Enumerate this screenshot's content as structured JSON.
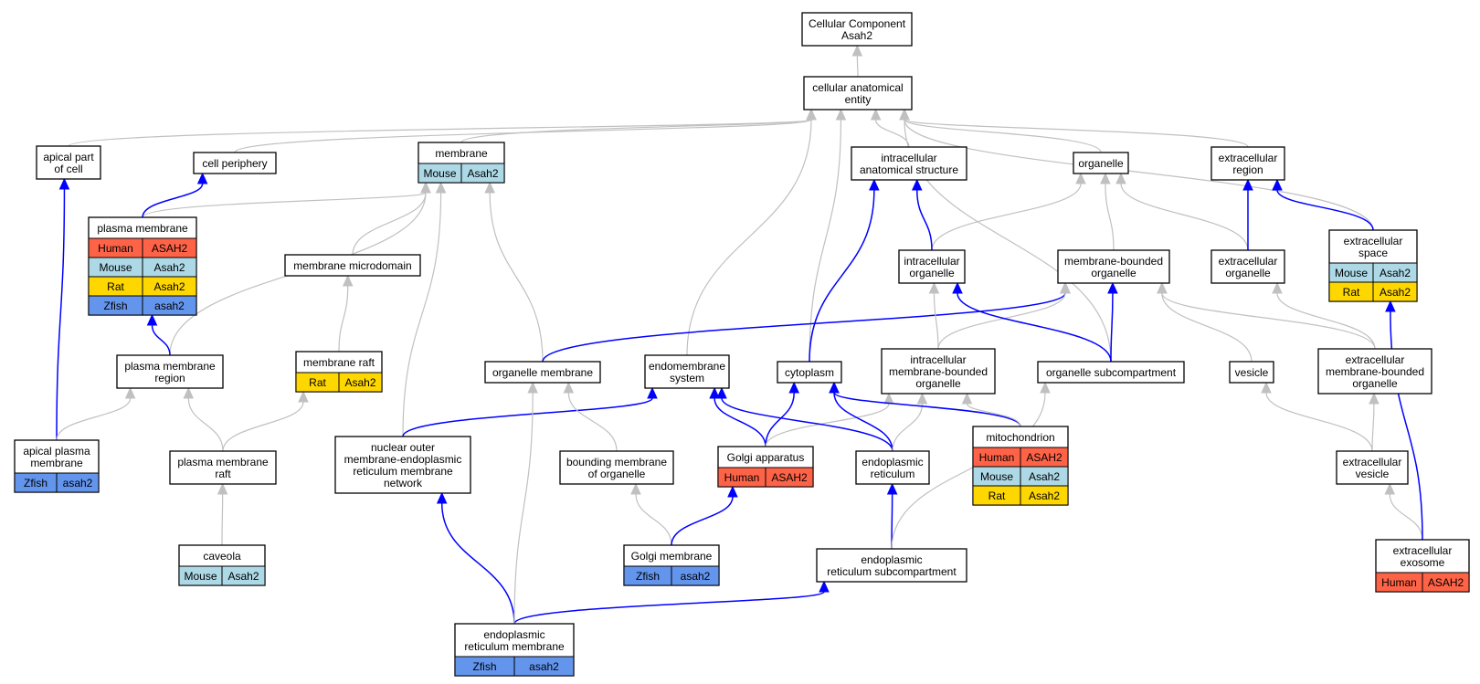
{
  "colors": {
    "is_a_edge": "#c0c0c0",
    "part_of_edge": "#0000ff",
    "node_border": "#000000",
    "node_fill": "#ffffff",
    "Human": "#ff6347",
    "Mouse": "#add8e6",
    "Rat": "#ffd700",
    "Zfish": "#6495ed"
  },
  "nodes": [
    {
      "id": "cellular_component",
      "lines": [
        "Cellular Component",
        "Asah2"
      ],
      "annotations": []
    },
    {
      "id": "cellular_anatomical_entity",
      "lines": [
        "cellular anatomical",
        "entity"
      ],
      "annotations": []
    },
    {
      "id": "apical_part_of_cell",
      "lines": [
        "apical part",
        "of cell"
      ],
      "annotations": []
    },
    {
      "id": "cell_periphery",
      "lines": [
        "cell periphery"
      ],
      "annotations": []
    },
    {
      "id": "membrane",
      "lines": [
        "membrane"
      ],
      "annotations": [
        {
          "species": "Mouse",
          "gene": "Asah2"
        }
      ]
    },
    {
      "id": "intracellular_anatomical_structure",
      "lines": [
        "intracellular",
        "anatomical structure"
      ],
      "annotations": []
    },
    {
      "id": "organelle",
      "lines": [
        "organelle"
      ],
      "annotations": []
    },
    {
      "id": "extracellular_region",
      "lines": [
        "extracellular",
        "region"
      ],
      "annotations": []
    },
    {
      "id": "plasma_membrane",
      "lines": [
        "plasma membrane"
      ],
      "annotations": [
        {
          "species": "Human",
          "gene": "ASAH2"
        },
        {
          "species": "Mouse",
          "gene": "Asah2"
        },
        {
          "species": "Rat",
          "gene": "Asah2"
        },
        {
          "species": "Zfish",
          "gene": "asah2"
        }
      ]
    },
    {
      "id": "extracellular_space",
      "lines": [
        "extracellular",
        "space"
      ],
      "annotations": [
        {
          "species": "Mouse",
          "gene": "Asah2"
        },
        {
          "species": "Rat",
          "gene": "Asah2"
        }
      ]
    },
    {
      "id": "membrane_microdomain",
      "lines": [
        "membrane microdomain"
      ],
      "annotations": []
    },
    {
      "id": "intracellular_organelle",
      "lines": [
        "intracellular",
        "organelle"
      ],
      "annotations": []
    },
    {
      "id": "membrane_bounded_organelle",
      "lines": [
        "membrane-bounded",
        "organelle"
      ],
      "annotations": []
    },
    {
      "id": "extracellular_organelle",
      "lines": [
        "extracellular",
        "organelle"
      ],
      "annotations": []
    },
    {
      "id": "plasma_membrane_region",
      "lines": [
        "plasma membrane",
        "region"
      ],
      "annotations": []
    },
    {
      "id": "membrane_raft",
      "lines": [
        "membrane raft"
      ],
      "annotations": [
        {
          "species": "Rat",
          "gene": "Asah2"
        }
      ]
    },
    {
      "id": "organelle_membrane",
      "lines": [
        "organelle membrane"
      ],
      "annotations": []
    },
    {
      "id": "endomembrane_system",
      "lines": [
        "endomembrane",
        "system"
      ],
      "annotations": []
    },
    {
      "id": "cytoplasm",
      "lines": [
        "cytoplasm"
      ],
      "annotations": []
    },
    {
      "id": "intracellular_membrane_bounded_organelle",
      "lines": [
        "intracellular",
        "membrane-bounded",
        "organelle"
      ],
      "annotations": []
    },
    {
      "id": "organelle_subcompartment",
      "lines": [
        "organelle subcompartment"
      ],
      "annotations": []
    },
    {
      "id": "vesicle",
      "lines": [
        "vesicle"
      ],
      "annotations": []
    },
    {
      "id": "extracellular_membrane_bounded_organelle",
      "lines": [
        "extracellular",
        "membrane-bounded",
        "organelle"
      ],
      "annotations": []
    },
    {
      "id": "apical_plasma_membrane",
      "lines": [
        "apical plasma",
        "membrane"
      ],
      "annotations": [
        {
          "species": "Zfish",
          "gene": "asah2"
        }
      ]
    },
    {
      "id": "plasma_membrane_raft",
      "lines": [
        "plasma membrane",
        "raft"
      ],
      "annotations": []
    },
    {
      "id": "nuclear_outer_membrane",
      "lines": [
        "nuclear outer",
        "membrane-endoplasmic",
        "reticulum membrane",
        "network"
      ],
      "annotations": []
    },
    {
      "id": "bounding_membrane_of_organelle",
      "lines": [
        "bounding membrane",
        "of organelle"
      ],
      "annotations": []
    },
    {
      "id": "golgi_apparatus",
      "lines": [
        "Golgi apparatus"
      ],
      "annotations": [
        {
          "species": "Human",
          "gene": "ASAH2"
        }
      ]
    },
    {
      "id": "endoplasmic_reticulum",
      "lines": [
        "endoplasmic",
        "reticulum"
      ],
      "annotations": []
    },
    {
      "id": "mitochondrion",
      "lines": [
        "mitochondrion"
      ],
      "annotations": [
        {
          "species": "Human",
          "gene": "ASAH2"
        },
        {
          "species": "Mouse",
          "gene": "Asah2"
        },
        {
          "species": "Rat",
          "gene": "Asah2"
        }
      ]
    },
    {
      "id": "extracellular_vesicle",
      "lines": [
        "extracellular",
        "vesicle"
      ],
      "annotations": []
    },
    {
      "id": "caveola",
      "lines": [
        "caveola"
      ],
      "annotations": [
        {
          "species": "Mouse",
          "gene": "Asah2"
        }
      ]
    },
    {
      "id": "golgi_membrane",
      "lines": [
        "Golgi membrane"
      ],
      "annotations": [
        {
          "species": "Zfish",
          "gene": "asah2"
        }
      ]
    },
    {
      "id": "er_subcompartment",
      "lines": [
        "endoplasmic",
        "reticulum subcompartment"
      ],
      "annotations": []
    },
    {
      "id": "extracellular_exosome",
      "lines": [
        "extracellular",
        "exosome"
      ],
      "annotations": [
        {
          "species": "Human",
          "gene": "ASAH2"
        }
      ]
    },
    {
      "id": "er_membrane",
      "lines": [
        "endoplasmic",
        "reticulum membrane"
      ],
      "annotations": [
        {
          "species": "Zfish",
          "gene": "asah2"
        }
      ]
    }
  ],
  "edges": [
    {
      "from": "cellular_anatomical_entity",
      "to": "cellular_component",
      "type": "is_a"
    },
    {
      "from": "apical_part_of_cell",
      "to": "cellular_anatomical_entity",
      "type": "is_a"
    },
    {
      "from": "cell_periphery",
      "to": "cellular_anatomical_entity",
      "type": "is_a"
    },
    {
      "from": "membrane",
      "to": "cellular_anatomical_entity",
      "type": "is_a"
    },
    {
      "from": "intracellular_anatomical_structure",
      "to": "cellular_anatomical_entity",
      "type": "is_a"
    },
    {
      "from": "organelle",
      "to": "cellular_anatomical_entity",
      "type": "is_a"
    },
    {
      "from": "extracellular_region",
      "to": "cellular_anatomical_entity",
      "type": "is_a"
    },
    {
      "from": "extracellular_space",
      "to": "cellular_anatomical_entity",
      "type": "is_a"
    },
    {
      "from": "endomembrane_system",
      "to": "cellular_anatomical_entity",
      "type": "is_a"
    },
    {
      "from": "cytoplasm",
      "to": "cellular_anatomical_entity",
      "type": "is_a"
    },
    {
      "from": "organelle_subcompartment",
      "to": "cellular_anatomical_entity",
      "type": "is_a"
    },
    {
      "from": "plasma_membrane",
      "to": "membrane",
      "type": "is_a"
    },
    {
      "from": "plasma_membrane",
      "to": "cell_periphery",
      "type": "part_of"
    },
    {
      "from": "membrane_microdomain",
      "to": "membrane",
      "type": "is_a"
    },
    {
      "from": "plasma_membrane_region",
      "to": "membrane",
      "type": "is_a"
    },
    {
      "from": "organelle_membrane",
      "to": "membrane",
      "type": "is_a"
    },
    {
      "from": "nuclear_outer_membrane",
      "to": "membrane",
      "type": "is_a"
    },
    {
      "from": "extracellular_space",
      "to": "extracellular_region",
      "type": "part_of"
    },
    {
      "from": "intracellular_organelle",
      "to": "organelle",
      "type": "is_a"
    },
    {
      "from": "intracellular_organelle",
      "to": "intracellular_anatomical_structure",
      "type": "part_of"
    },
    {
      "from": "membrane_bounded_organelle",
      "to": "organelle",
      "type": "is_a"
    },
    {
      "from": "extracellular_organelle",
      "to": "organelle",
      "type": "is_a"
    },
    {
      "from": "extracellular_organelle",
      "to": "extracellular_region",
      "type": "part_of"
    },
    {
      "from": "plasma_membrane_region",
      "to": "plasma_membrane",
      "type": "part_of"
    },
    {
      "from": "membrane_raft",
      "to": "membrane_microdomain",
      "type": "is_a"
    },
    {
      "from": "organelle_membrane",
      "to": "membrane_bounded_organelle",
      "type": "part_of"
    },
    {
      "from": "cytoplasm",
      "to": "intracellular_anatomical_structure",
      "type": "part_of"
    },
    {
      "from": "intracellular_membrane_bounded_organelle",
      "to": "intracellular_organelle",
      "type": "is_a"
    },
    {
      "from": "intracellular_membrane_bounded_organelle",
      "to": "membrane_bounded_organelle",
      "type": "is_a"
    },
    {
      "from": "organelle_subcompartment",
      "to": "intracellular_organelle",
      "type": "part_of"
    },
    {
      "from": "organelle_subcompartment",
      "to": "membrane_bounded_organelle",
      "type": "part_of"
    },
    {
      "from": "vesicle",
      "to": "membrane_bounded_organelle",
      "type": "is_a"
    },
    {
      "from": "extracellular_membrane_bounded_organelle",
      "to": "membrane_bounded_organelle",
      "type": "is_a"
    },
    {
      "from": "extracellular_membrane_bounded_organelle",
      "to": "extracellular_organelle",
      "type": "is_a"
    },
    {
      "from": "apical_plasma_membrane",
      "to": "apical_part_of_cell",
      "type": "part_of"
    },
    {
      "from": "apical_plasma_membrane",
      "to": "plasma_membrane_region",
      "type": "is_a"
    },
    {
      "from": "plasma_membrane_raft",
      "to": "plasma_membrane_region",
      "type": "is_a"
    },
    {
      "from": "plasma_membrane_raft",
      "to": "membrane_raft",
      "type": "is_a"
    },
    {
      "from": "nuclear_outer_membrane",
      "to": "endomembrane_system",
      "type": "part_of"
    },
    {
      "from": "bounding_membrane_of_organelle",
      "to": "organelle_membrane",
      "type": "is_a"
    },
    {
      "from": "golgi_apparatus",
      "to": "endomembrane_system",
      "type": "part_of"
    },
    {
      "from": "golgi_apparatus",
      "to": "cytoplasm",
      "type": "part_of"
    },
    {
      "from": "golgi_apparatus",
      "to": "intracellular_membrane_bounded_organelle",
      "type": "is_a"
    },
    {
      "from": "endoplasmic_reticulum",
      "to": "endomembrane_system",
      "type": "part_of"
    },
    {
      "from": "endoplasmic_reticulum",
      "to": "cytoplasm",
      "type": "part_of"
    },
    {
      "from": "endoplasmic_reticulum",
      "to": "intracellular_membrane_bounded_organelle",
      "type": "is_a"
    },
    {
      "from": "mitochondrion",
      "to": "cytoplasm",
      "type": "part_of"
    },
    {
      "from": "mitochondrion",
      "to": "intracellular_membrane_bounded_organelle",
      "type": "is_a"
    },
    {
      "from": "extracellular_vesicle",
      "to": "vesicle",
      "type": "is_a"
    },
    {
      "from": "extracellular_vesicle",
      "to": "extracellular_membrane_bounded_organelle",
      "type": "is_a"
    },
    {
      "from": "caveola",
      "to": "plasma_membrane_raft",
      "type": "is_a"
    },
    {
      "from": "golgi_membrane",
      "to": "bounding_membrane_of_organelle",
      "type": "is_a"
    },
    {
      "from": "golgi_membrane",
      "to": "golgi_apparatus",
      "type": "part_of"
    },
    {
      "from": "er_subcompartment",
      "to": "endoplasmic_reticulum",
      "type": "part_of"
    },
    {
      "from": "er_subcompartment",
      "to": "organelle_subcompartment",
      "type": "is_a"
    },
    {
      "from": "extracellular_exosome",
      "to": "extracellular_vesicle",
      "type": "is_a"
    },
    {
      "from": "extracellular_exosome",
      "to": "extracellular_space",
      "type": "part_of"
    },
    {
      "from": "er_membrane",
      "to": "nuclear_outer_membrane",
      "type": "part_of"
    },
    {
      "from": "er_membrane",
      "to": "er_subcompartment",
      "type": "part_of"
    },
    {
      "from": "er_membrane",
      "to": "organelle_membrane",
      "type": "is_a"
    }
  ]
}
